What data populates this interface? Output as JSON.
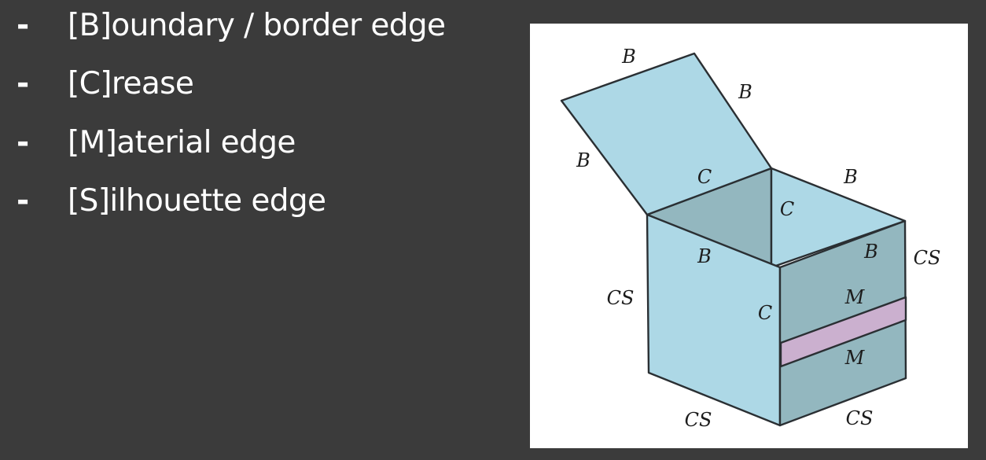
{
  "bullets": [
    {
      "marker": "-",
      "text": "[B]oundary / border edge"
    },
    {
      "marker": "-",
      "text": "[C]rease"
    },
    {
      "marker": "-",
      "text": "[M]aterial edge"
    },
    {
      "marker": "-",
      "text": "[S]ilhouette edge"
    }
  ],
  "diagram": {
    "colors": {
      "face_light": "#add8e6",
      "face_dark": "#93b7bf",
      "material_band": "#cbb0cf",
      "stroke": "#2a2f33"
    },
    "labels": {
      "flap_top": "B",
      "flap_right": "B",
      "flap_left": "B",
      "crease_flap": "C",
      "back_top_right": "B",
      "crease_back_vertical": "C",
      "front_top_left": "B",
      "front_top_right": "B",
      "silhouette_left": "CS",
      "silhouette_right": "CS",
      "crease_front_corner": "C",
      "material_upper": "M",
      "material_lower": "M",
      "silhouette_bottom_left": "CS",
      "silhouette_bottom_right": "CS"
    }
  }
}
